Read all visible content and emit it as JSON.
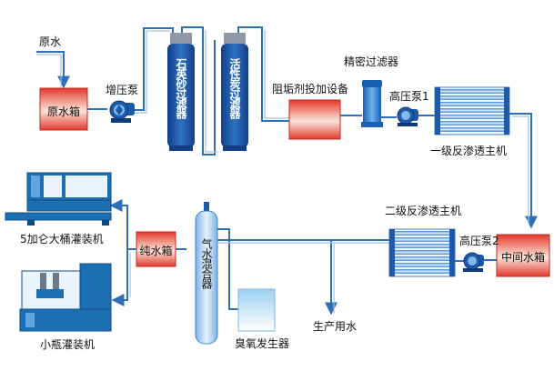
{
  "labels": {
    "raw_water": "原水",
    "raw_water_tank": "原水箱",
    "booster_pump": "增压泵",
    "quartz_sand_filter": "石英砂过滤器",
    "activated_carbon_filter": "活性炭过滤器",
    "antiscalant_dosing": "阻垢剂投加设备",
    "precision_filter": "精密过滤器",
    "high_pressure_pump_1": "高压泵1",
    "first_stage_ro": "一级反渗透主机",
    "intermediate_tank": "中间水箱",
    "high_pressure_pump_2": "高压泵2",
    "second_stage_ro": "二级反渗透主机",
    "pure_water_tank": "纯水箱",
    "gas_water_mixer": "气水混合器",
    "ozone_generator": "臭氧发生器",
    "production_water": "生产用水",
    "barrel_filling": "5加仑大桶灌装机",
    "bottle_filling": "小瓶灌装机"
  },
  "colors": {
    "pipe": "#2e6fb8",
    "pipe_light": "#9cc4ea",
    "tank_red": "#e23a2e",
    "vessel_blue": "#1e5aa8",
    "machine_blue": "#1d6fb3"
  }
}
